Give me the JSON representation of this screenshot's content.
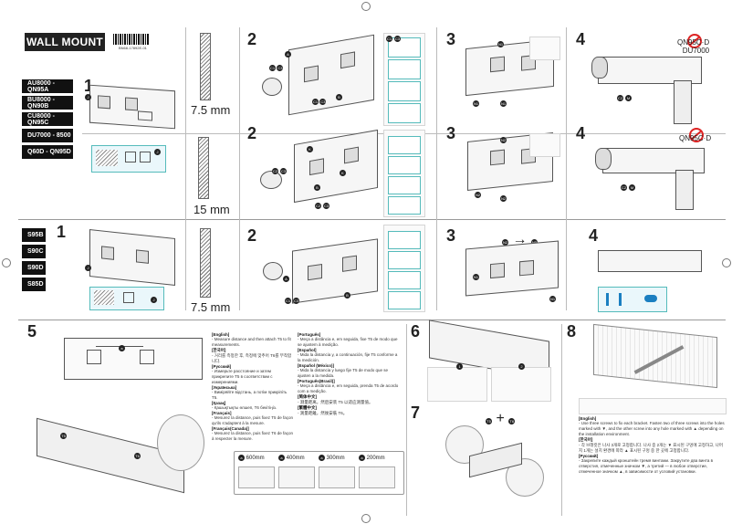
{
  "header": {
    "title": "WALL MOUNT",
    "barcode_text": "BN68-17892E-01"
  },
  "models_group1": [
    "AU8000 - QN95A",
    "BU8000 - QN90B",
    "CU8000 - QN95C",
    "DU7000 - 8500",
    "Q60D - QN95D"
  ],
  "models_group2": [
    "S95B",
    "S90C",
    "S90D",
    "S85D"
  ],
  "thickness": {
    "row1": "7.5 mm",
    "row2": "15 mm",
    "row3": "7.5 mm"
  },
  "step_numbers": {
    "s1": "1",
    "s2": "2",
    "s3": "3",
    "s4": "4",
    "s5": "5",
    "s6": "6",
    "s7": "7",
    "s8": "8"
  },
  "exclusions": {
    "row1": "QN95C·D\nDU7000",
    "row2": "QN95C·D"
  },
  "distances": [
    {
      "key": "a",
      "value": "600mm"
    },
    {
      "key": "a",
      "value": "400mm"
    },
    {
      "key": "a",
      "value": "300mm"
    },
    {
      "key": "a",
      "value": "200mm"
    }
  ],
  "instructions_step5": [
    {
      "lang": "[English]",
      "text": "- Measure distance and then attach T5 to fit measurements."
    },
    {
      "lang": "[한국어]",
      "text": "- 거리를 측정한 후, 측정에 맞추어 T6를 부착합니다."
    },
    {
      "lang": "[Русский]",
      "text": "- Измерьте расстояние и затем прикрепите T5 в соответствии с измерениями."
    },
    {
      "lang": "[Українська]",
      "text": "- Виміряйте відстань, а потім прикріпіть T5."
    },
    {
      "lang": "[Қазақ]",
      "text": "- Қашықтықты өлшеп, T6 бекітіңіз."
    },
    {
      "lang": "[Français]",
      "text": "- Mesurez la distance, puis fixez T5 de façon qu'ils s'adaptent à la mesure."
    },
    {
      "lang": "[Français(Canada)]",
      "text": "- Mesurez la distance, puis fixez T6 de façon à respecter la mesure."
    },
    {
      "lang": "[Português]",
      "text": "- Meça a distância e, em seguida, fixe T5 de modo que se ajustem à medição."
    },
    {
      "lang": "[Español]",
      "text": "- Mida la distancia y, a continuación, fije T5 conforme a la medición."
    },
    {
      "lang": "[Español (México)]",
      "text": "- Mida la distancia y luego fije T5 de modo que se ajusten a la medida."
    },
    {
      "lang": "[Português(Brasil)]",
      "text": "- Meça a distância e, em seguida, prenda T5 de acordo com a medição."
    },
    {
      "lang": "[简体中文]",
      "text": "- 测量距离，然后安装 T5 以适应测量值。"
    },
    {
      "lang": "[繁體中文]",
      "text": "- 測量距離，然後安裝 T6。"
    }
  ],
  "instructions_step8": [
    {
      "lang": "[English]",
      "text": "- Use three screws to fix each bracket. Fasten two of three screws into the holes marked with ▼, and the other screw into any hole marked with ▲ depending on the installation environment."
    },
    {
      "lang": "[한국어]",
      "text": "- 각 브래킷은 나사 3개로 고정합니다. 나사 중 2개는 ▼ 표시된 구멍에 고정하고, 나머지 1개는 설치 환경에 따라 ▲ 표시된 구멍 중 한 곳에 고정합니다."
    },
    {
      "lang": "[Русский]",
      "text": "- Закрепите каждый кронштейн тремя винтами. Закрутите два винта в отверстия, отмеченные значком ▼, а третий — в любое отверстие, отмеченное значком ▲, в зависимости от условий установки."
    }
  ],
  "parts": [
    "A",
    "B",
    "C1",
    "C2",
    "C3",
    "J",
    "K",
    "M",
    "N1",
    "N2",
    "T5",
    "T6"
  ]
}
